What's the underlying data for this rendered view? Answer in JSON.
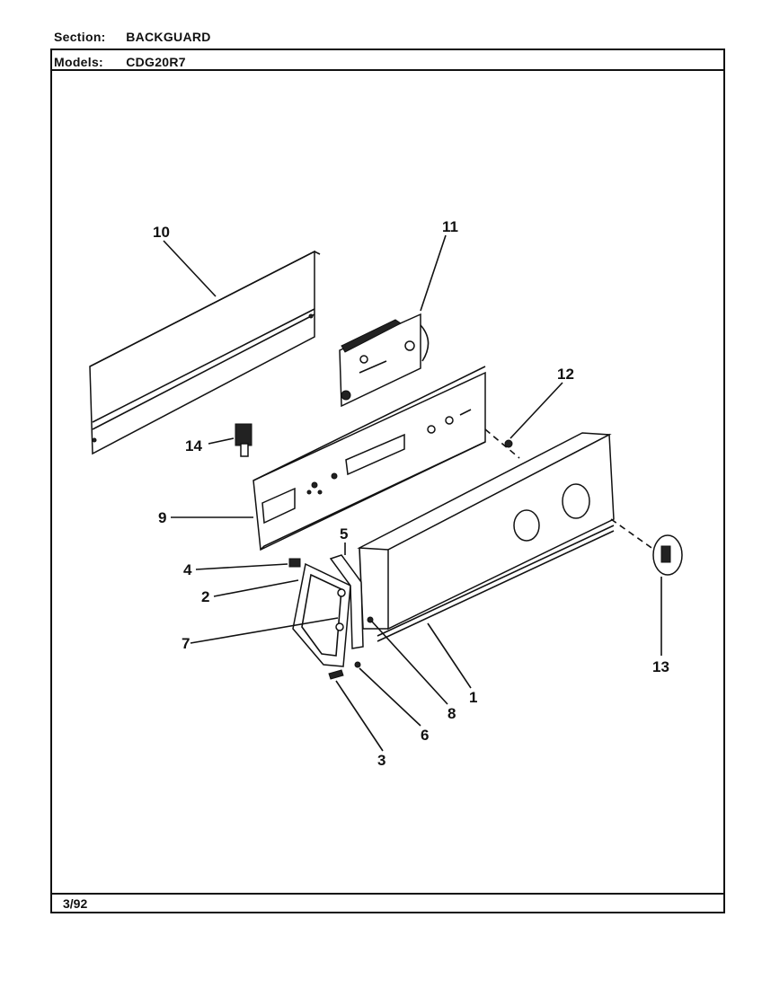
{
  "header": {
    "section_key": "Section:",
    "section_value": "BACKGUARD",
    "models_key": "Models:",
    "models_value": "CDG20R7"
  },
  "footer": {
    "date": "3/92"
  },
  "callouts": {
    "c1": "1",
    "c2": "2",
    "c3": "3",
    "c4": "4",
    "c5": "5",
    "c6": "6",
    "c7": "7",
    "c8": "8",
    "c9": "9",
    "c10": "10",
    "c11": "11",
    "c12": "12",
    "c13": "13",
    "c14": "14"
  }
}
